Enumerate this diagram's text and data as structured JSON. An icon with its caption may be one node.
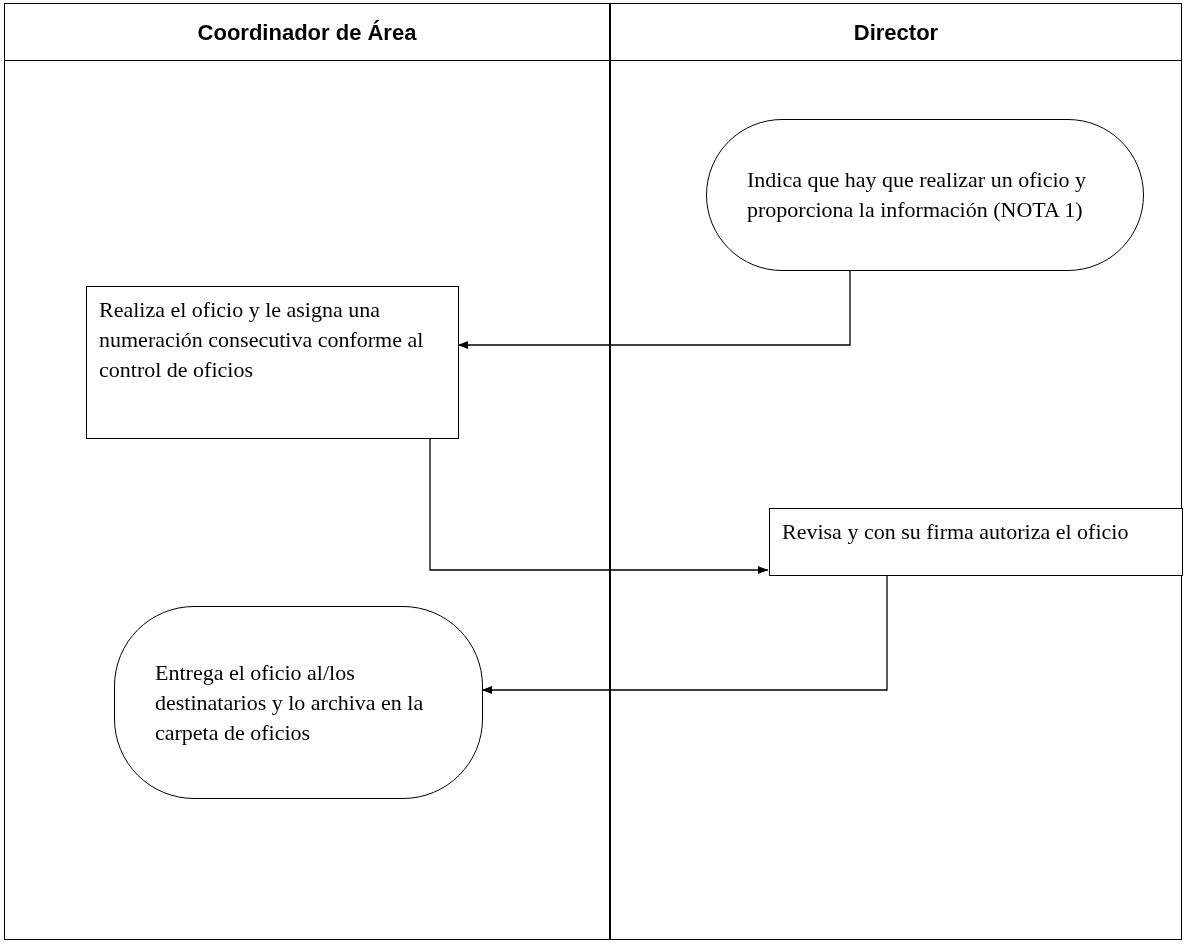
{
  "diagram": {
    "nodes": [
      {
        "text": [
          "Coordinador de Área"
        ]
      },
      {
        "text": [
          "Director"
        ]
      },
      {
        "text": [
          "Indica que hay que realizar un oficio y proporciona la información (NOTA 1)"
        ],
        "in": 1
      },
      {
        "text": [
          "Realiza el oficio y le asigna una numeración consecutiva conforme al control de oficios"
        ],
        "in": 0
      },
      {
        "text": [
          "Revisa y con su firma autoriza el oficio"
        ],
        "in": 1
      },
      {
        "text": [
          "Entrega el oficio al/los destinatarios y lo archiva en la carpeta de oficios"
        ],
        "in": 0
      }
    ],
    "edges": [
      {
        "from": 2,
        "to": 3,
        "arrow": "to"
      },
      {
        "from": 3,
        "to": 4,
        "arrow": "to"
      },
      {
        "from": 4,
        "to": 5,
        "arrow": "to"
      }
    ]
  }
}
